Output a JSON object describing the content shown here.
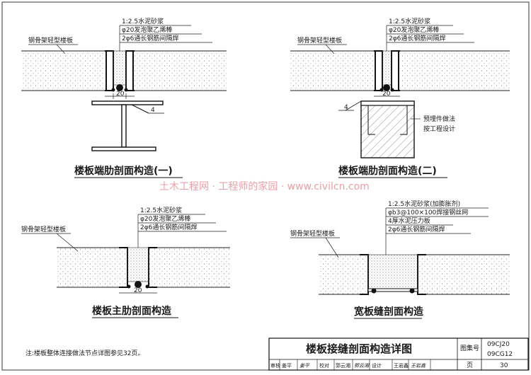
{
  "watermark": "土木工程网 · 工程师的家园 · www.civilcn.com",
  "note": "注:楼板整体连接做法节点详图参见32页。",
  "details": {
    "d1": {
      "title": "楼板端肋剖面构造(一)",
      "slab": "钢骨架轻型楼板",
      "notes": [
        "1:2.5水泥砂浆",
        "φ20发泡聚乙烯棒",
        "2φ6通长钢筋间隔焊"
      ],
      "dim": "20",
      "weld": "4"
    },
    "d2": {
      "title": "楼板端肋剖面构造(二)",
      "slab": "钢骨架轻型楼板",
      "notes": [
        "1:2.5水泥砂浆",
        "φ20发泡聚乙烯棒",
        "2φ6通长钢筋间隔焊"
      ],
      "dim": "20",
      "weld": "4",
      "embed": [
        "预埋件做法",
        "按工程设计"
      ]
    },
    "d3": {
      "title": "楼板主肋剖面构造",
      "slab": "钢骨架轻型楼板",
      "notes": [
        "1:2.5水泥砂浆",
        "φ20发泡聚乙烯棒",
        "2φ6通长钢筋间隔焊"
      ],
      "dim": "20"
    },
    "d4": {
      "title": "宽板缝剖面构造",
      "slab": "钢骨架轻型楼板",
      "notes": [
        "1:2.5水泥砂浆(加膨胀剂)",
        "φb3@100×100焊接钢丝网",
        "4厚水泥压力板",
        "2φ6通长钢筋间隔焊"
      ]
    }
  },
  "title_block": {
    "title": "楼板接缝剖面构造详图",
    "atlas_label": "图集号",
    "atlas_no": [
      "09CJ20",
      "09CG12"
    ],
    "page_label": "页",
    "page_no": "30",
    "sign_row": [
      {
        "label": "审核",
        "name": "姜平",
        "sig": "姜平"
      },
      {
        "label": "校对",
        "name": "郭云湘",
        "sig": "郭云湘"
      },
      {
        "label": "设计",
        "name": "王岩鑫",
        "sig": "王岩鑫"
      }
    ]
  }
}
